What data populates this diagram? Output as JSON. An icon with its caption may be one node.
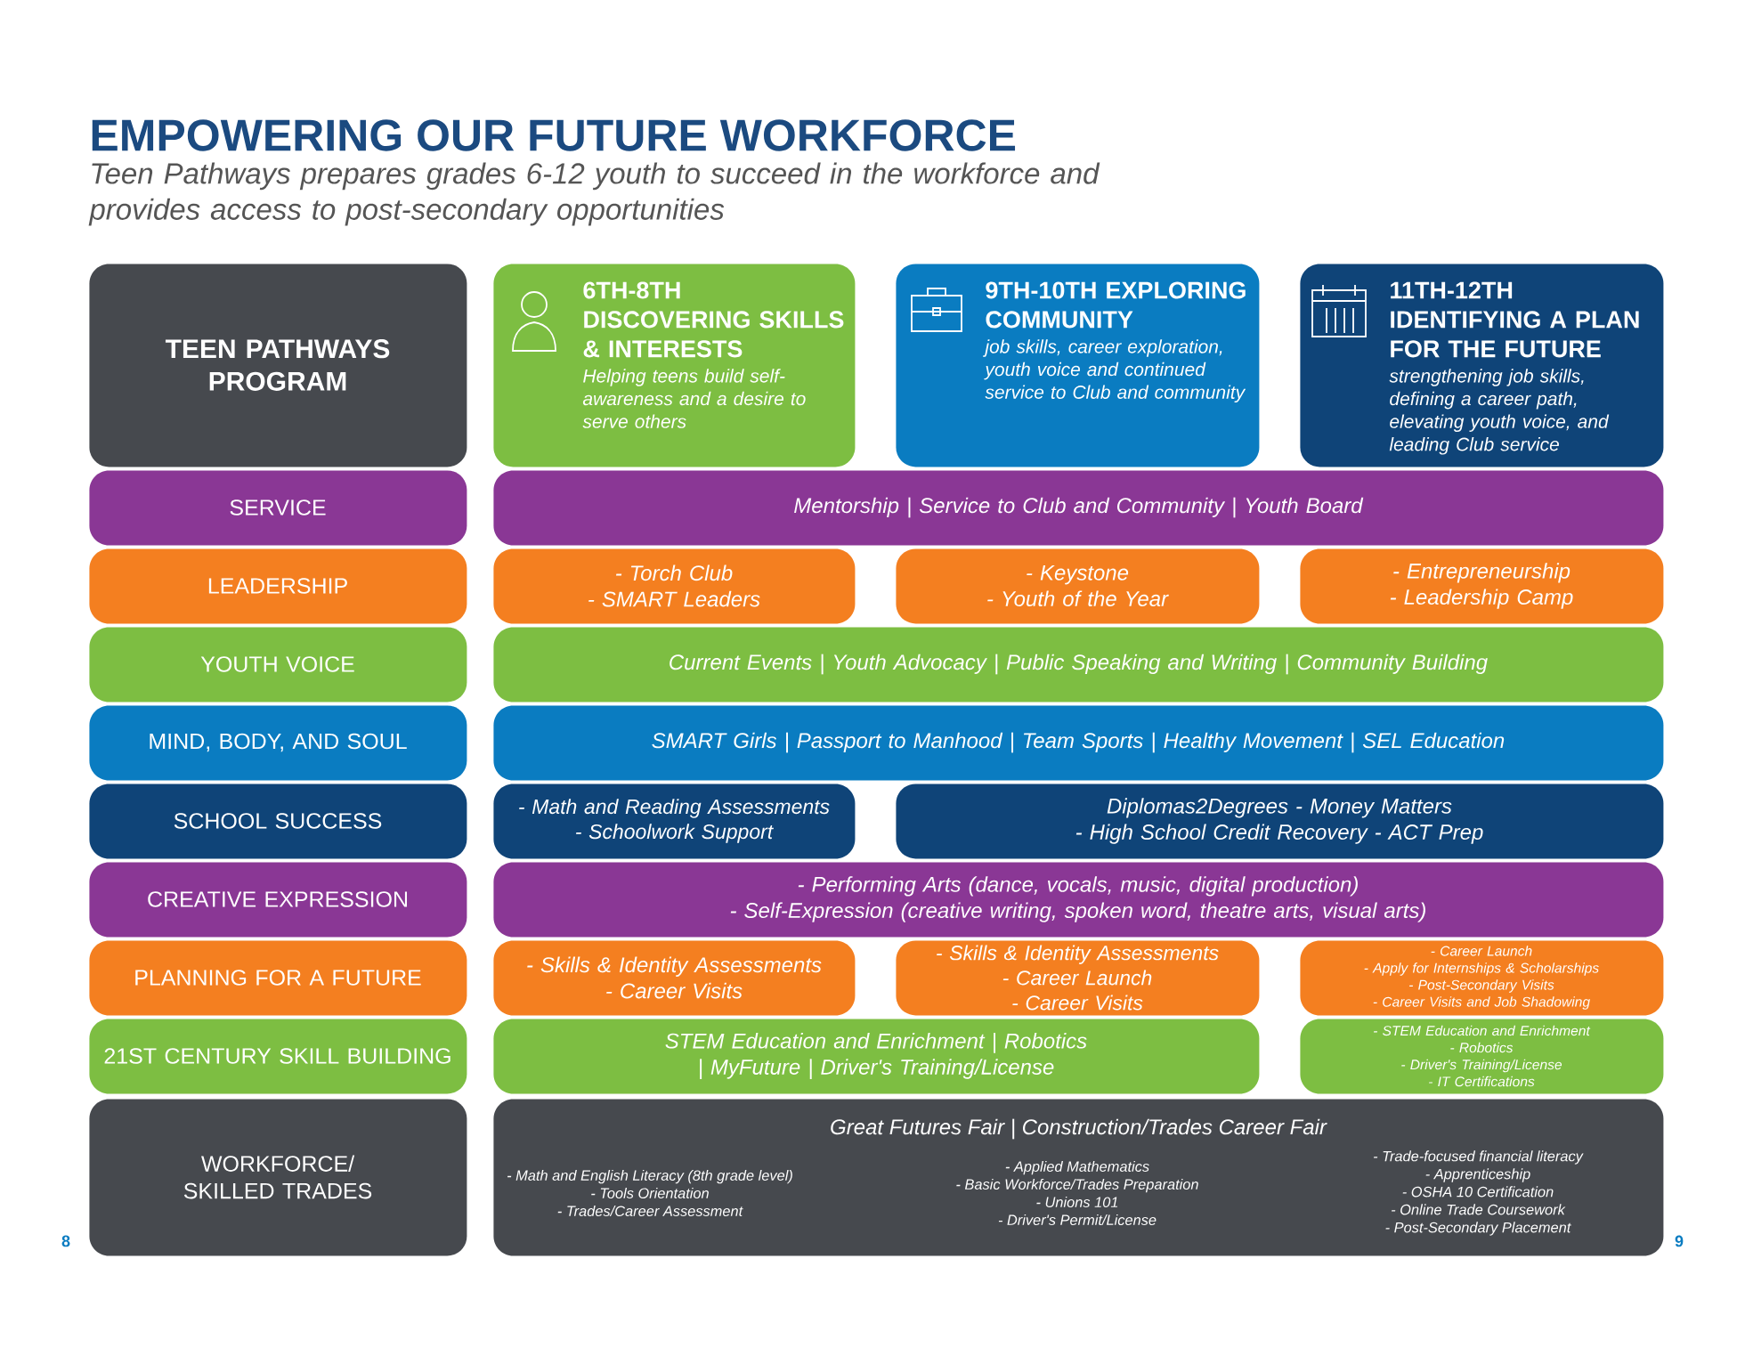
{
  "diagram": {
    "title": "EMPOWERING OUR FUTURE WORKFORCE",
    "nodes": [
      {
        "text": [
          "TEEN PATHWAYS PROGRAM"
        ]
      },
      {
        "text": [
          "6TH-8TH DISCOVERING SKILLS & INTERESTS",
          "Helping teens build self-awareness and a desire to serve others"
        ]
      },
      {
        "text": [
          "9TH-10TH EXPLORING COMMUNITY",
          "job skills, career exploration, youth voice and continued service to Club and community"
        ]
      },
      {
        "text": [
          "11TH-12TH IDENTIFYING A PLAN FOR THE FUTURE",
          "strengthening job skills, defining a career path, elevating youth voice, and leading Club service"
        ]
      },
      {
        "text": [
          "SERVICE"
        ]
      },
      {
        "text": [
          "Mentorship | Service to Club and Community | Youth Board"
        ]
      },
      {
        "text": [
          "LEADERSHIP"
        ]
      },
      {
        "text": [
          "- Torch Club",
          "- SMART Leaders"
        ]
      },
      {
        "text": [
          "- Keystone",
          "- Youth of the Year"
        ]
      },
      {
        "text": [
          "- Entrepreneurship",
          "- Leadership Camp"
        ]
      },
      {
        "text": [
          "YOUTH VOICE"
        ]
      },
      {
        "text": [
          "Current Events | Youth Advocacy | Public Speaking and Writing | Community Building"
        ]
      },
      {
        "text": [
          "MIND, BODY, AND SOUL"
        ]
      },
      {
        "text": [
          "SMART Girls | Passport to Manhood | Team Sports | Healthy Movement | SEL Education"
        ]
      },
      {
        "text": [
          "SCHOOL SUCCESS"
        ]
      },
      {
        "text": [
          "- Math and Reading Assessments",
          "- Schoolwork Support"
        ]
      },
      {
        "text": [
          "Diplomas2Degrees - Money Matters",
          "- High School Credit Recovery - ACT Prep"
        ]
      },
      {
        "text": [
          "CREATIVE EXPRESSION"
        ]
      },
      {
        "text": [
          "- Performing Arts (dance, vocals, music, digital production)",
          "- Self-Expression (creative writing, spoken word, theatre arts, visual arts)"
        ]
      },
      {
        "text": [
          "PLANNING FOR A FUTURE"
        ]
      },
      {
        "text": [
          "- Skills & Identity Assessments",
          "- Career Visits"
        ]
      },
      {
        "text": [
          "- Skills & Identity Assessments",
          "- Career Launch",
          "- Career Visits"
        ]
      },
      {
        "text": [
          "- Career Launch",
          "- Apply for Internships & Scholarships",
          "- Post-Secondary Visits",
          "- Career Visits and Job Shadowing"
        ]
      },
      {
        "text": [
          "21ST CENTURY SKILL BUILDING"
        ]
      },
      {
        "text": [
          "STEM Education and Enrichment | Robotics | MyFuture | Driver's Training/License"
        ]
      },
      {
        "text": [
          "- STEM Education and Enrichment",
          "- Robotics",
          "- Driver's Training/License",
          "- IT Certifications"
        ]
      },
      {
        "text": [
          "WORKFORCE/ SKILLED TRADES"
        ]
      },
      {
        "text": [
          "Great Futures Fair | Construction/Trades Career Fair",
          "- Math and English Literacy (8th grade level)",
          "- Tools Orientation",
          "- Trades/Career Assessment",
          "- Applied Mathematics",
          "- Basic Workforce/Trades Preparation",
          "- Unions 101",
          "- Driver's Permit/License",
          "- Trade-focused financial literacy",
          "- Apprenticeship",
          "- OSHA 10 Certification",
          "- Online Trade Coursework",
          "- Post-Secondary Placement"
        ]
      }
    ],
    "labels": [
      "Teen Pathways prepares grades 6-12 youth to succeed in the workforce and provides access to post-secondary opportunities",
      "8",
      "9"
    ]
  }
}
